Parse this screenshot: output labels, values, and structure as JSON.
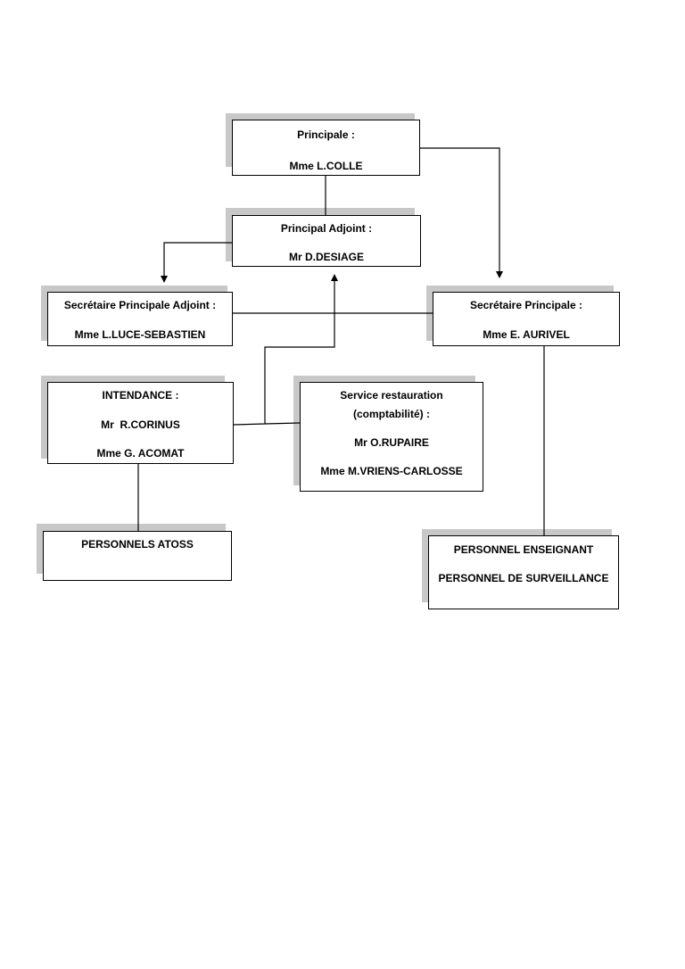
{
  "boxes": {
    "principale": {
      "title": "Principale :",
      "name": "Mme L.COLLE"
    },
    "principal_adjoint": {
      "title": "Principal Adjoint :",
      "name": "Mr D.DESIAGE"
    },
    "secretaire_adjoint": {
      "title": "Secrétaire Principale Adjoint :",
      "name": "Mme L.LUCE-SEBASTIEN"
    },
    "secretaire_principale": {
      "title": "Secrétaire Principale :",
      "name": "Mme E. AURIVEL"
    },
    "intendance": {
      "title": "INTENDANCE :",
      "name1": "Mr  R.CORINUS",
      "name2": "Mme G. ACOMAT"
    },
    "restauration": {
      "title1": "Service restauration",
      "title2": "(comptabilité) :",
      "name1": "Mr O.RUPAIRE",
      "name2": "Mme M.VRIENS-CARLOSSE"
    },
    "atoss": {
      "title": "PERSONNELS ATOSS"
    },
    "enseignant": {
      "line1": "PERSONNEL ENSEIGNANT",
      "line2": "PERSONNEL DE SURVEILLANCE"
    }
  },
  "colors": {
    "shadow": "#c8c8c8",
    "border": "#000000"
  }
}
